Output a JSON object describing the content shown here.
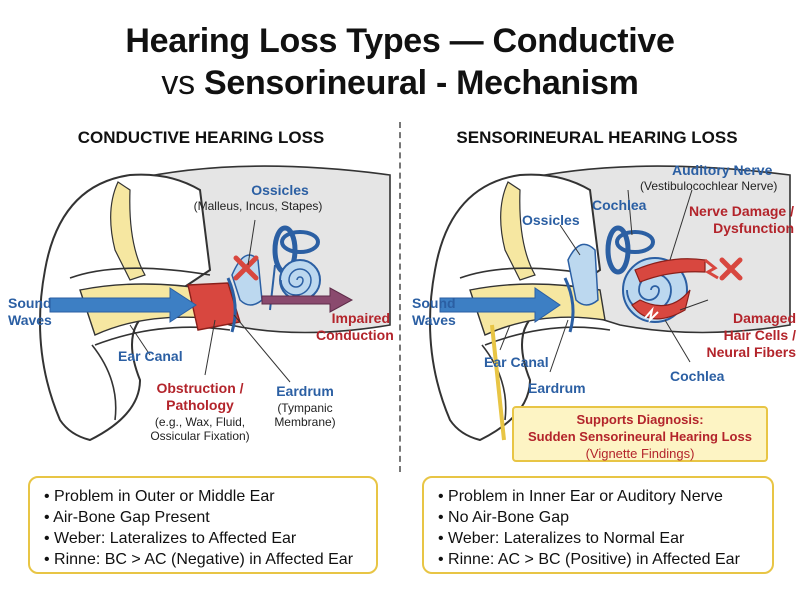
{
  "title": {
    "line1": "Hearing Loss Types — Conductive",
    "line2_prefix": "vs",
    "line2_rest": "Sensorineural - Mechanism"
  },
  "conductive": {
    "heading": "CONDUCTIVE HEARING LOSS",
    "labels": {
      "sound": "Sound",
      "waves": "Waves",
      "ossicles": "Ossicles",
      "ossicles_detail": "(Malleus, Incus, Stapes)",
      "impaired1": "Impaired",
      "impaired2": "Conduction",
      "ear_canal": "Ear Canal",
      "obstruction1": "Obstruction /",
      "obstruction2": "Pathology",
      "obstruction_detail1": "(e.g., Wax, Fluid,",
      "obstruction_detail2": "Ossicular Fixation)",
      "eardrum": "Eardrum",
      "eardrum_detail1": "(Tympanic",
      "eardrum_detail2": "Membrane)"
    },
    "bullets": [
      "• Problem in Outer or Middle Ear",
      "• Air-Bone Gap Present",
      "• Weber: Lateralizes to Affected Ear",
      "• Rinne: BC > AC (Negative) in Affected Ear"
    ]
  },
  "sensorineural": {
    "heading": "SENSORINEURAL HEARING LOSS",
    "labels": {
      "auditory_nerve": "Auditory Nerve",
      "auditory_nerve_detail": "(Vestibulocochlear Nerve)",
      "cochlea_top": "Cochlea",
      "ossicles": "Ossicles",
      "nerve_damage1": "Nerve Damage /",
      "nerve_damage2": "Dysfunction",
      "sound": "Sound",
      "waves": "Waves",
      "damaged1": "Damaged",
      "damaged2": "Hair Cells /",
      "damaged3": "Neural Fibers",
      "ear_canal": "Ear Canal",
      "eardrum": "Eardrum",
      "cochlea_bottom": "Cochlea"
    },
    "diagnosis": {
      "line1": "Supports Diagnosis:",
      "line2": "Sudden Sensorineural Hearing Loss",
      "line3": "(Vignette Findings)"
    },
    "bullets": [
      "• Problem in Inner Ear or Auditory Nerve",
      "• No Air-Bone Gap",
      "• Weber: Lateralizes to Normal Ear",
      "• Rinne: AC > BC (Positive) in Affected Ear"
    ]
  },
  "colors": {
    "canal": "#f6e7a1",
    "skin": "#ffffff",
    "bone": "#e5e5e5",
    "inner_ear": "#bcd8ef",
    "arrow_blue": "#3d7fc4",
    "pathology_red": "#d8473f",
    "impaired_purple": "#8a4a6e",
    "accent_yellow": "#e8c545"
  }
}
